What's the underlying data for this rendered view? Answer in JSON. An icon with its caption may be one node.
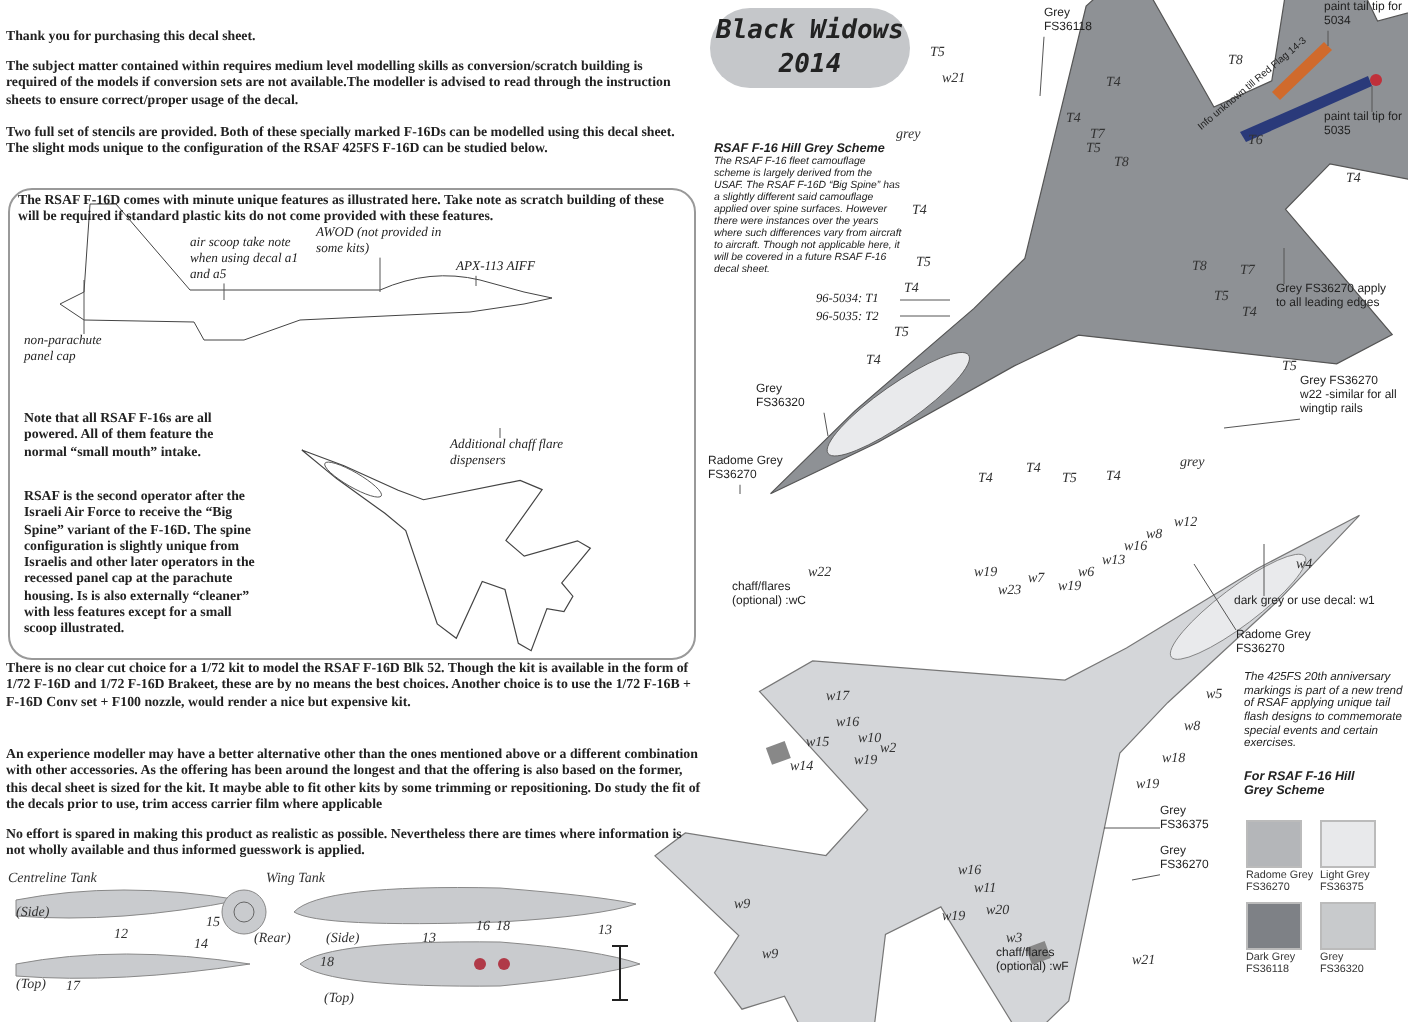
{
  "diagram": {
    "title": "Black Widows 2014",
    "nodes": [
      {
        "text": [
          "air scoop take note when using decal a1 and a5"
        ]
      },
      {
        "text": [
          "AWOD (not provided in some kits)"
        ]
      },
      {
        "text": [
          "APX-113 AIFF"
        ]
      },
      {
        "text": [
          "non-parachute panel cap"
        ]
      },
      {
        "text": [
          "Additional chaff flare dispensers"
        ]
      },
      {
        "text": [
          "paint tail tip for 5034"
        ]
      },
      {
        "text": [
          "Info unknown till Red Flag 14-3"
        ]
      },
      {
        "text": [
          "paint tail tip for 5035"
        ]
      },
      {
        "text": [
          "Grey FS36118"
        ]
      },
      {
        "text": [
          "Grey FS36270 apply to all leading edges"
        ]
      },
      {
        "text": [
          "Grey FS36270",
          "w22 -similar for all wingtip rails"
        ]
      },
      {
        "text": [
          "Grey FS36320"
        ]
      },
      {
        "text": [
          "Radome Grey FS36270"
        ]
      },
      {
        "text": [
          "dark grey or use decal: w1"
        ]
      },
      {
        "text": [
          "Radome Grey FS36270"
        ]
      },
      {
        "text": [
          "Grey FS36375"
        ]
      },
      {
        "text": [
          "Grey FS36270"
        ]
      },
      {
        "text": [
          "96-5034: T1"
        ]
      },
      {
        "text": [
          "96-5035: T2"
        ]
      },
      {
        "text": [
          "chaff/flares (optional) :wC"
        ]
      },
      {
        "text": [
          "chaff/flares (optional) :wF"
        ]
      },
      {
        "text": [],
        "shape": "picture"
      },
      {
        "text": [],
        "shape": "picture"
      }
    ],
    "edges": [
      {
        "from": 0,
        "to": null,
        "arrow": "none"
      },
      {
        "from": 1,
        "to": null,
        "arrow": "none"
      },
      {
        "from": 2,
        "to": null,
        "arrow": "none"
      },
      {
        "from": 3,
        "to": null,
        "arrow": "none"
      },
      {
        "from": 4,
        "to": null,
        "arrow": "none"
      },
      {
        "from": 5,
        "to": 21,
        "arrow": "none"
      },
      {
        "from": 7,
        "to": 22,
        "arrow": "none"
      },
      {
        "from": 8,
        "to": null,
        "arrow": "none"
      },
      {
        "from": 9,
        "to": null,
        "arrow": "none"
      },
      {
        "from": 10,
        "to": null,
        "arrow": "none"
      },
      {
        "from": 11,
        "to": null,
        "arrow": "none"
      },
      {
        "from": 12,
        "to": null,
        "arrow": "none"
      },
      {
        "from": 13,
        "to": null,
        "arrow": "none"
      },
      {
        "from": 14,
        "to": null,
        "arrow": "none"
      },
      {
        "from": 15,
        "to": null,
        "arrow": "none"
      },
      {
        "from": 16,
        "to": null,
        "arrow": "none"
      },
      {
        "from": 17,
        "to": null,
        "arrow": "none"
      },
      {
        "from": 18,
        "to": null,
        "arrow": "none"
      }
    ],
    "labels": [
      "Thank you for purchasing this decal sheet.",
      "The subject matter contained within requires medium level modelling skills as conversion/scratch building is required of the models if conversion sets are not available.The modeller is advised to read through the instruction sheets to ensure correct/proper usage of the decal.",
      "Two full set of stencils are provided. Both of these specially marked F-16Ds can be modelled using this decal sheet. The slight mods unique to the configuration of the RSAF 425FS F-16D can be studied below.",
      "The RSAF F-16D comes with minute unique features as illustrated here. Take note as scratch building of these will be required if standard plastic kits do not come provided with these features.",
      "Note that all RSAF F-16s are all powered. All of them feature the normal “small mouth” intake.",
      "RSAF is the second operator after the Israeli Air Force to receive the “Big Spine” variant of the F-16D. The spine configuration is slightly unique from Israelis and other later operators in the recessed panel cap at the parachute housing. Is is also externally “cleaner” with less features except for a small scoop illustrated.",
      "There is no clear cut choice for a 1/72 kit to model the RSAF F-16D Blk 52. Though the kit is available in the form of 1/72 F-16D and 1/72 F-16D Brakeet, these are by no means the best choices. Another choice is to use the 1/72 F-16B + F-16D Conv set + F100 nozzle, would render a nice but expensive kit.",
      "An experience modeller may have a better alternative other than the ones mentioned above or a different combination with other accessories. As the offering has been around the longest and that the offering is also based on the former, this decal sheet is sized for the kit. It maybe able to fit other kits by some trimming or repositioning. Do study the fit of the decals prior to use, trim access carrier film where applicable",
      "No effort is spared in making this product as realistic as possible. Nevertheless there are times where information is not wholly available and thus informed guesswork is applied.",
      "Centreline Tank",
      "(Side)",
      "12",
      "15",
      "14",
      "(Rear)",
      "(Top)",
      "17",
      "Wing Tank",
      "(Side)",
      "13",
      "16",
      "18",
      "13",
      "18",
      "(Top)",
      "RSAF F-16 Hill Grey Scheme",
      "The RSAF F-16 fleet camouflage scheme is largely derived from the USAF. The RSAF F-16D “Big Spine” has a slightly different said camouflage applied over spine surfaces. However there were instances over the years where such differences vary from aircraft to aircraft. Though not applicable here, it will be covered in a future RSAF F-16 decal sheet.",
      "T5",
      "w21",
      "grey",
      "T4",
      "T4",
      "T7",
      "T5",
      "T8",
      "T8",
      "T6",
      "T4",
      "T4",
      "T5",
      "T4",
      "T5",
      "T4",
      "T8",
      "T7",
      "T5",
      "T4",
      "T5",
      "T4",
      "T4",
      "T5",
      "T4",
      "grey",
      "w22",
      "w19",
      "w23",
      "w7",
      "w19",
      "w6",
      "w13",
      "w8",
      "w12",
      "w16",
      "w4",
      "w5",
      "w8",
      "w18",
      "w19",
      "w17",
      "w16",
      "w10",
      "w2",
      "w19",
      "w15",
      "w14",
      "w16",
      "w11",
      "w20",
      "w3",
      "w19",
      "w9",
      "w9",
      "w21",
      "The 425FS 20th anniversary markings is part of a new trend of RSAF applying unique tail flash designs to commemorate special events and certain exercises.",
      "For RSAF F-16 Hill Grey Scheme"
    ],
    "legend": [
      {
        "text": "Radome Grey FS36270",
        "color": "#b4b6b9"
      },
      {
        "text": "Light Grey FS36375",
        "color": "#e8e9eb"
      },
      {
        "text": "Dark Grey FS36118",
        "color": "#7e8186"
      },
      {
        "text": "Grey FS36320",
        "color": "#c8cacc"
      }
    ]
  }
}
